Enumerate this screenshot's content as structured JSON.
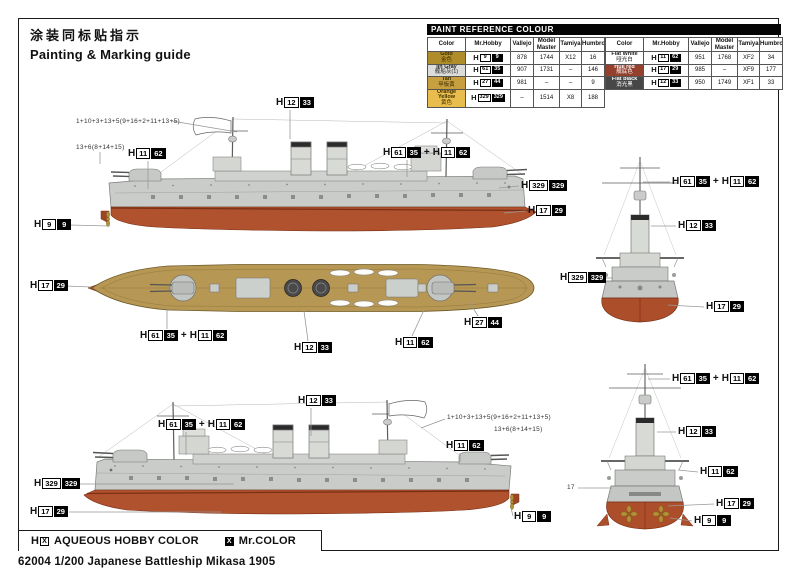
{
  "page": {
    "title_zh": "涂装同标贴指示",
    "title_en": "Painting & Marking guide",
    "footer": "62004 1/200 Japanese Battleship Mikasa 1905"
  },
  "legend": {
    "h_prefix": "H",
    "x_mark": "X",
    "aqueous_label": "AQUEOUS HOBBY COLOR",
    "mr_label": "Mr.COLOR"
  },
  "paint_table": {
    "title": "PAINT  REFERENCE  COLOUR",
    "columns": [
      "Color",
      "Mr.Hobby",
      "Vallejo",
      "Model\nMaster",
      "Tamiya",
      "Humbrol"
    ],
    "groups": [
      {
        "rows": [
          {
            "name": "Gold",
            "name_zh": "金色",
            "swatch": "#b08d2b",
            "text": "#3d2f00",
            "chip": [
              [
                "9",
                "9"
              ]
            ],
            "vallejo": "878",
            "mm": "1744",
            "tamiya": "X12",
            "humbrol": "16"
          },
          {
            "name": "Ijn Gray",
            "name_zh": "舰船灰(1)",
            "swatch": "#dcdcda",
            "text": "#222222",
            "chip": [
              [
                "61",
                "35"
              ]
            ],
            "vallejo": "907",
            "mm": "1731",
            "tamiya": "–",
            "humbrol": "146"
          },
          {
            "name": "Tan",
            "name_zh": "甲板黄",
            "swatch": "#c79f3e",
            "text": "#3d2f00",
            "chip": [
              [
                "27",
                "44"
              ]
            ],
            "vallejo": "981",
            "mm": "–",
            "tamiya": "–",
            "humbrol": "9"
          },
          {
            "name": "Orange Yellow",
            "name_zh": "黄色",
            "swatch": "#e9bd4d",
            "text": "#3d2f00",
            "chip": [
              [
                "329",
                "329"
              ]
            ],
            "vallejo": "–",
            "mm": "1514",
            "tamiya": "X8",
            "humbrol": "188"
          }
        ]
      },
      {
        "rows": [
          {
            "name": "Flat White",
            "name_zh": "哑光白",
            "swatch": "#ffffff",
            "text": "#222222",
            "chip": [
              [
                "11",
                "62"
              ]
            ],
            "vallejo": "951",
            "mm": "1768",
            "tamiya": "XF2",
            "humbrol": "34"
          },
          {
            "name": "Hull red",
            "name_zh": "舰底色",
            "swatch": "#94402c",
            "text": "#ffffff",
            "chip": [
              [
                "17",
                "29"
              ]
            ],
            "vallejo": "985",
            "mm": "–",
            "tamiya": "XF9",
            "humbrol": "177"
          },
          {
            "name": "Flat black",
            "name_zh": "消光黑",
            "swatch": "#474747",
            "text": "#ffffff",
            "chip": [
              [
                "12",
                "33"
              ]
            ],
            "vallejo": "950",
            "mm": "1749",
            "tamiya": "XF1",
            "humbrol": "33"
          }
        ]
      }
    ]
  },
  "callouts": {
    "top_note1": "1+10+3+13+5(9+16+2+11+13+5)",
    "top_note2": "13+6(8+14+15)",
    "bottom_note1": "1+10+3+13+5(9+16+2+11+13+5)",
    "bottom_note2": "13+6(8+14+15)",
    "part17": "17",
    "chips": {
      "top_hull_white": [
        [
          "11",
          "62"
        ]
      ],
      "top_funnel": [
        [
          "12",
          "33"
        ]
      ],
      "top_superstructure": [
        [
          "61",
          "35"
        ],
        [
          "11",
          "62"
        ]
      ],
      "top_bow_yellow": [
        [
          "329",
          "329"
        ]
      ],
      "top_hull_red": [
        [
          "17",
          "29"
        ]
      ],
      "top_propeller": [
        [
          "9",
          "9"
        ]
      ],
      "deck_ram": [
        [
          "17",
          "29"
        ]
      ],
      "deck_side": [
        [
          "61",
          "35"
        ],
        [
          "11",
          "62"
        ]
      ],
      "deck_funnel": [
        [
          "12",
          "33"
        ]
      ],
      "deck_boats": [
        [
          "11",
          "62"
        ]
      ],
      "deck_tan": [
        [
          "27",
          "44"
        ]
      ],
      "bow_mast": [
        [
          "61",
          "35"
        ],
        [
          "11",
          "62"
        ]
      ],
      "bow_funnel": [
        [
          "12",
          "33"
        ]
      ],
      "bow_yellow": [
        [
          "329",
          "329"
        ]
      ],
      "bow_hull_red": [
        [
          "17",
          "29"
        ]
      ],
      "stern_mast": [
        [
          "61",
          "35"
        ],
        [
          "11",
          "62"
        ]
      ],
      "stern_funnel": [
        [
          "12",
          "33"
        ]
      ],
      "stern_structure": [
        [
          "11",
          "62"
        ]
      ],
      "stern_hull_red": [
        [
          "17",
          "29"
        ]
      ],
      "stern_propeller": [
        [
          "9",
          "9"
        ]
      ],
      "bottom_superstructure": [
        [
          "61",
          "35"
        ],
        [
          "11",
          "62"
        ]
      ],
      "bottom_funnel": [
        [
          "12",
          "33"
        ]
      ],
      "bottom_white": [
        [
          "11",
          "62"
        ]
      ],
      "bottom_bow_yellow": [
        [
          "329",
          "329"
        ]
      ],
      "bottom_hull_red": [
        [
          "17",
          "29"
        ]
      ],
      "bottom_propeller": [
        [
          "9",
          "9"
        ]
      ]
    }
  }
}
